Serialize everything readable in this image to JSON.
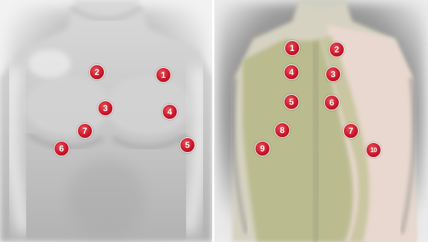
{
  "front_markers": [
    "1",
    "2",
    "3",
    "4",
    "5",
    "6",
    "7"
  ],
  "back_markers": [
    "1",
    "2",
    "3",
    "4",
    "5",
    "6",
    "7",
    "8",
    "9",
    "10"
  ],
  "colors": {
    "marker_fill": "#c9182a",
    "marker_border": "#ffffff",
    "back_overlay_green": "#b9bb8a",
    "back_overlay_pink": "#e9d8cf"
  }
}
